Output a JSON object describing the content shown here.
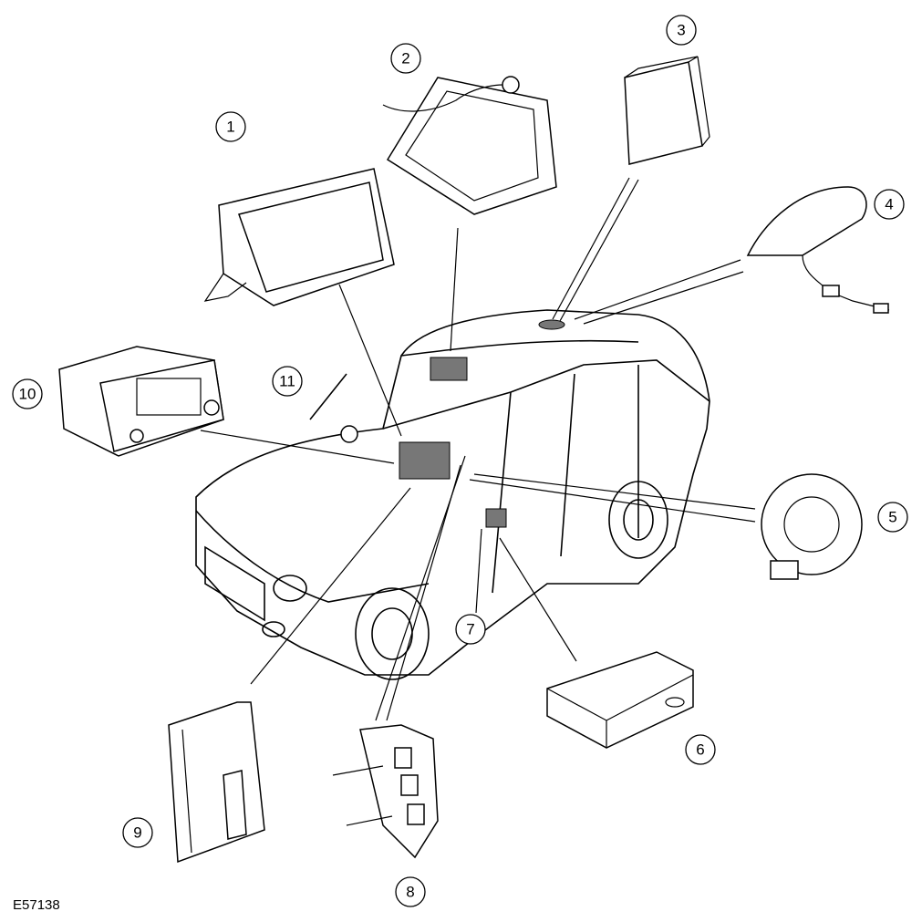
{
  "figure_id": "E57138",
  "callouts": [
    "1",
    "2",
    "3",
    "4",
    "5",
    "6",
    "7",
    "8",
    "9",
    "10",
    "11"
  ]
}
